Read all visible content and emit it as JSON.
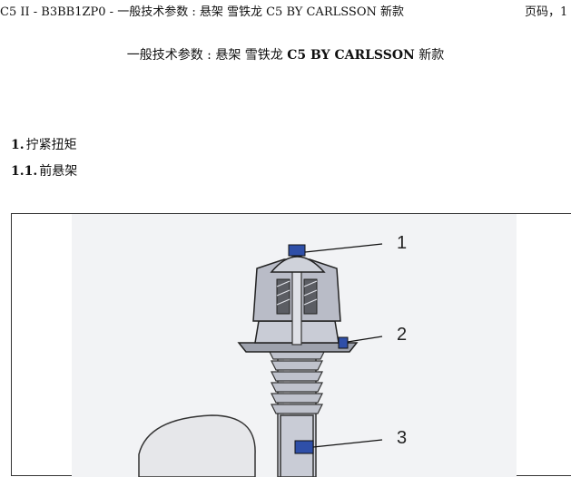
{
  "header": {
    "left": "C5 II - B3BB1ZP0 - 一般技术参数 : 悬架 雪铁龙 C5 BY CARLSSON 新款",
    "right": "页码，1"
  },
  "title": {
    "prefix": "一般技术参数 : 悬架 雪铁龙",
    "model": "C5 BY CARLSSON",
    "suffix": "新款"
  },
  "sections": [
    {
      "number": "1.",
      "label": "拧紧扭矩"
    },
    {
      "number": "1.1.",
      "label": "前悬架"
    }
  ],
  "figure": {
    "callouts": [
      "1",
      "2",
      "3"
    ],
    "colors": {
      "part": "#c9ccd6",
      "dark": "#2a2a2a",
      "fastener": "#2f4fa8",
      "background": "#f2f3f5"
    }
  }
}
